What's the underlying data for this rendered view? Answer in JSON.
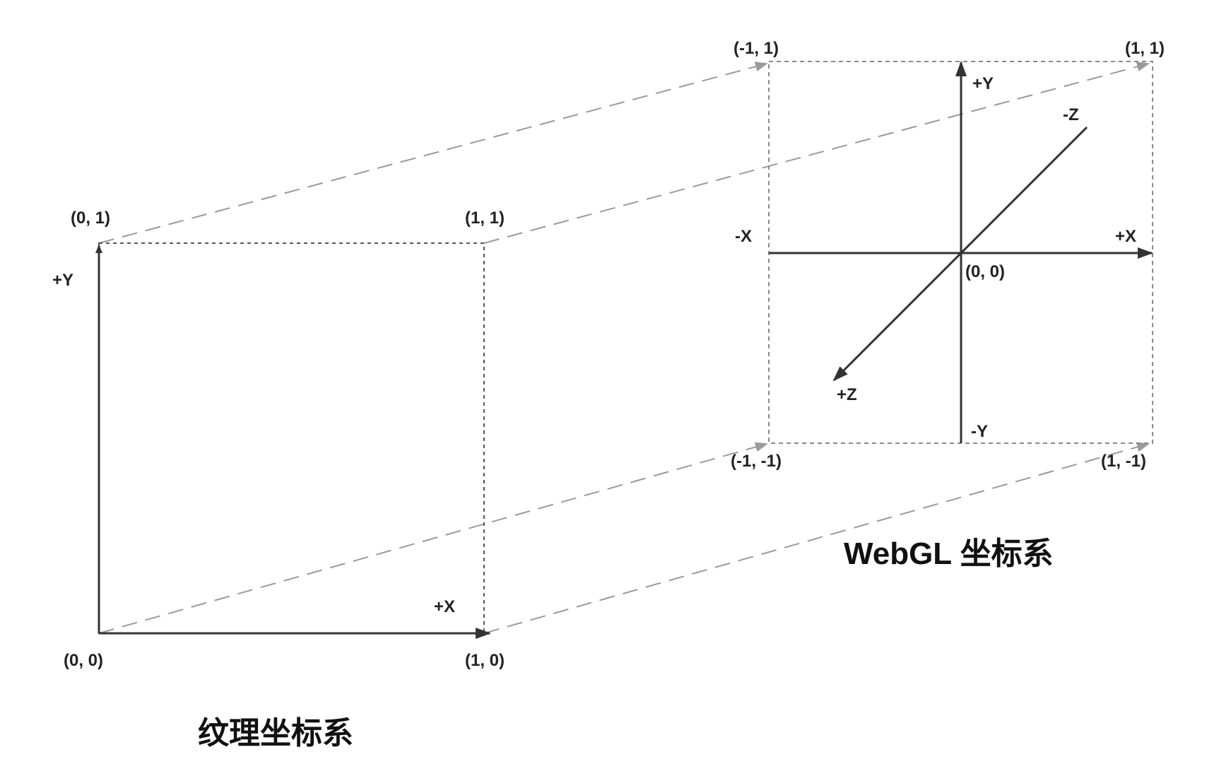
{
  "texture": {
    "title": "纹理坐标系",
    "labels": {
      "top_left": "(0, 1)",
      "top_right": "(1, 1)",
      "bottom_left": "(0, 0)",
      "bottom_right": "(1, 0)",
      "plus_y": "+Y",
      "plus_x": "+X"
    }
  },
  "webgl": {
    "title": "WebGL 坐标系",
    "labels": {
      "top_left": "(-1, 1)",
      "top_right": "(1, 1)",
      "bottom_left": "(-1, -1)",
      "bottom_right": "(1, -1)",
      "origin": "(0, 0)",
      "plus_y": "+Y",
      "minus_y": "-Y",
      "plus_x": "+X",
      "minus_x": "-X",
      "plus_z": "+Z",
      "minus_z": "-Z"
    }
  },
  "colors": {
    "axis": "#333333",
    "frame": "#8a8a8a",
    "projection": "#9a9a9a",
    "text": "#222222"
  }
}
